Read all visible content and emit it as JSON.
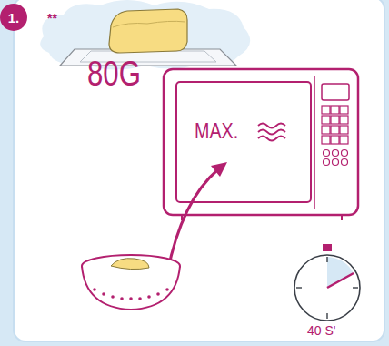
{
  "diagram": {
    "nodes": [
      {
        "text": [
          "1."
        ]
      }
    ],
    "labels": [
      "**",
      "80G",
      "MAX.",
      "40 S'"
    ]
  }
}
